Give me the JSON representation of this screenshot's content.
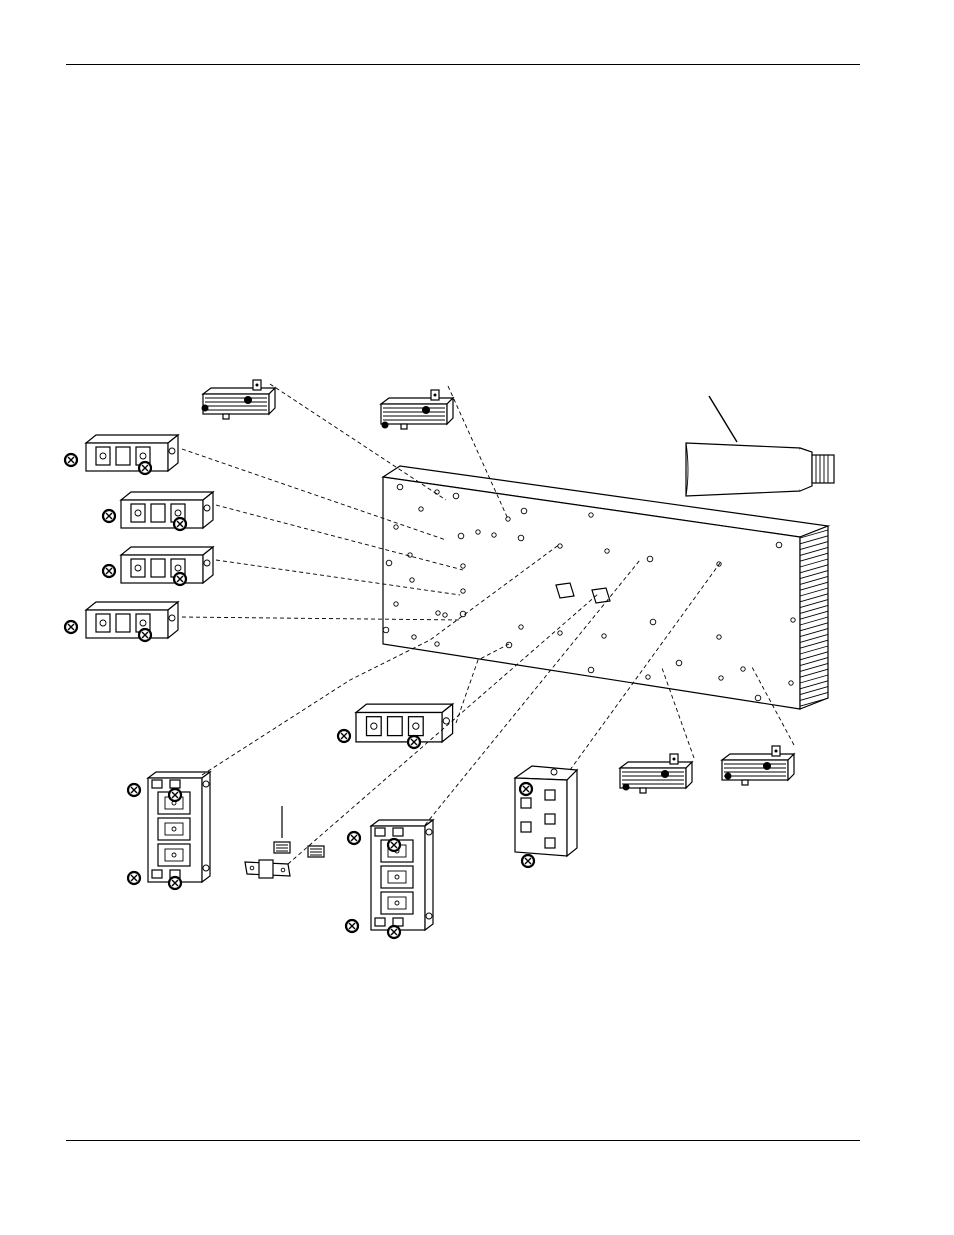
{
  "page": {
    "header_rule": true,
    "footer_rule": true
  },
  "figure": {
    "type": "exploded-assembly-drawing",
    "components": [
      "heatsink",
      "thermal-compound-tube",
      "resistor",
      "dual-module",
      "igbt-module",
      "bridge-rectifier",
      "thermal-pad",
      "screw"
    ]
  }
}
